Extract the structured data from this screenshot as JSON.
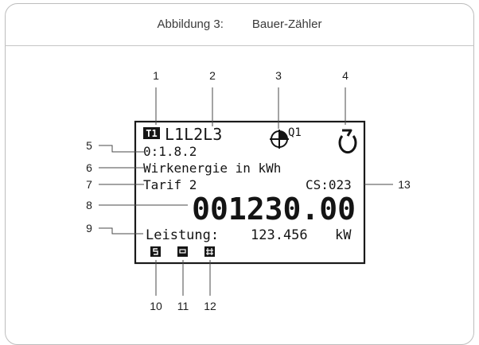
{
  "header": {
    "figure_label": "Abbildung 3:",
    "title": "Bauer-Zähler"
  },
  "display": {
    "tariff_badge": "T1",
    "phases": "L1L2L3",
    "quadrant": "Q1",
    "obis": "0:1.8.2",
    "description": "Wirkenergie in kWh",
    "tariff": "Tarif 2",
    "checksum": "CS:023",
    "value": "001230.00",
    "power_label": "Leistung:",
    "power_value": "123.456",
    "power_unit": "kW"
  },
  "callouts": [
    "1",
    "2",
    "3",
    "4",
    "5",
    "6",
    "7",
    "8",
    "9",
    "10",
    "11",
    "12",
    "13"
  ]
}
